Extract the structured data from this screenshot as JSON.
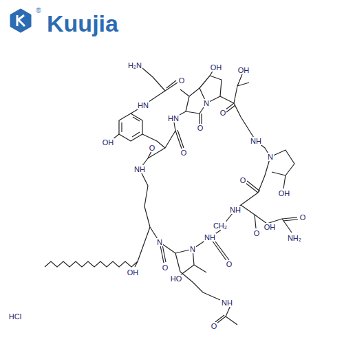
{
  "diagram": {
    "labels": [
      "Kuujia",
      "®",
      "H₂N",
      "O",
      "HN",
      "OH",
      "OH",
      "N",
      "O",
      "HN",
      "O",
      "O",
      "NH",
      "OH",
      "O",
      "NH",
      "N",
      "OH",
      "O",
      "NH",
      "OH",
      "NH₂",
      "O",
      "O",
      "CH₂",
      "NH",
      "O",
      "N",
      "HO",
      "O",
      "N",
      "OH",
      "NH",
      "O",
      "HCl"
    ]
  }
}
